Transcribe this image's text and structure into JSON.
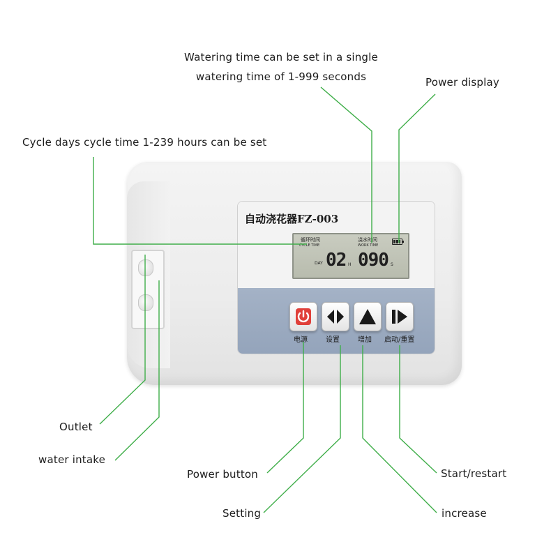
{
  "callouts": {
    "watering_time_line1": "Watering time can be set in a single",
    "watering_time_line2": "watering time of 1-999 seconds",
    "power_display": "Power display",
    "cycle_days": "Cycle days cycle time 1-239 hours can be set",
    "outlet": "Outlet",
    "water_intake": "water intake",
    "power_button": "Power button",
    "setting": "Setting",
    "start_restart": "Start/restart",
    "increase": "increase"
  },
  "device": {
    "model_title": "自动浇花器FZ-003",
    "lcd": {
      "cycle_label_cn": "循环时间",
      "cycle_label_en": "CYCLE TIME",
      "work_label_cn": "浇水时间",
      "work_label_en": "WORK TIME",
      "day_label": "DAY",
      "cycle_value": "02",
      "cycle_unit": "H",
      "work_value": "090",
      "work_unit": "S"
    },
    "buttons": {
      "power": "电源",
      "setting": "设置",
      "increase": "增加",
      "start_reset": "启动/重置"
    }
  },
  "colors": {
    "leader_line": "#3fae49",
    "panel_blue": "#9aa9bf",
    "power_red": "#e0403a"
  },
  "icons": [
    "power-icon",
    "left-right-arrows-icon",
    "up-triangle-icon",
    "play-bar-icon",
    "battery-icon"
  ]
}
